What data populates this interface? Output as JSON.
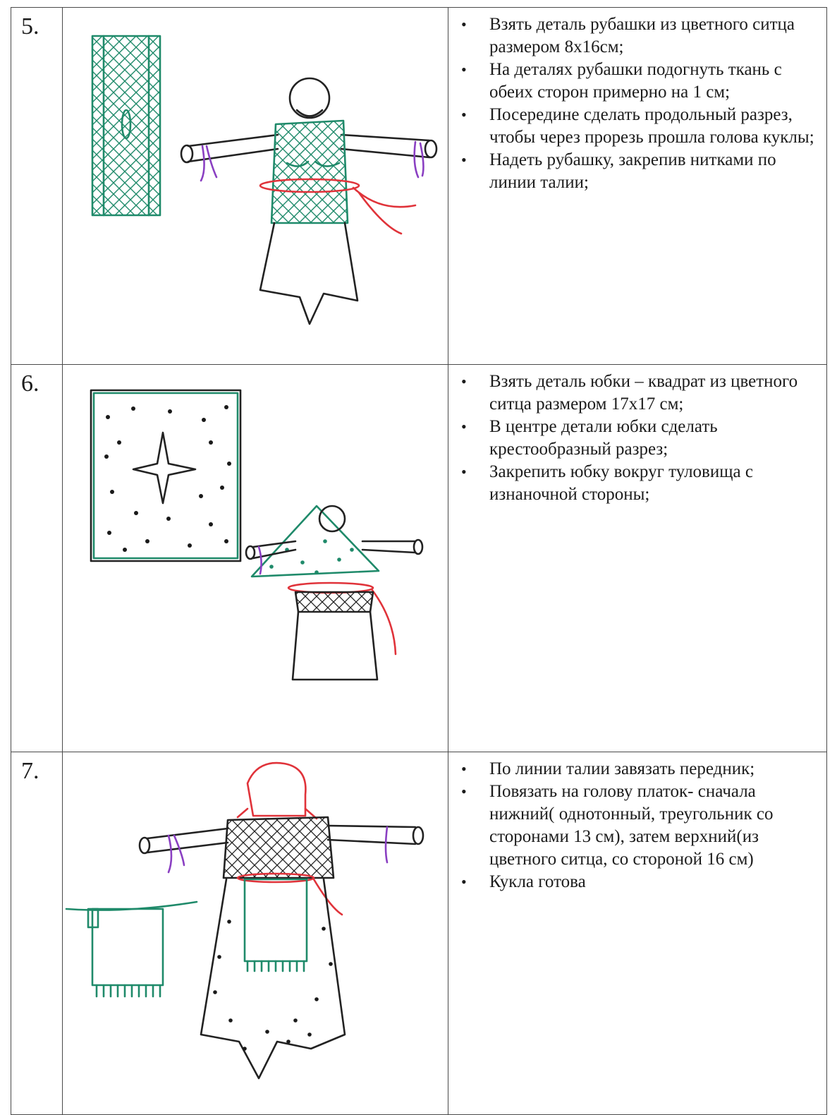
{
  "steps": [
    {
      "number": "5.",
      "illustration": "shirt-illustration",
      "instructions": [
        "Взять деталь рубашки из цветного ситца размером 8х16см;",
        "На деталях рубашки подогнуть ткань с обеих сторон примерно на 1 см;",
        "Посередине сделать продольный разрез, чтобы  через прорезь прошла голова куклы;",
        "Надеть рубашку, закрепив нитками по линии талии;"
      ]
    },
    {
      "number": "6.",
      "illustration": "skirt-illustration",
      "instructions": [
        "Взять деталь юбки – квадрат из цветного ситца размером 17х17 см;",
        "В центре детали юбки сделать крестообразный разрез;",
        "Закрепить юбку вокруг туловища с изнаночной стороны;"
      ]
    },
    {
      "number": "7.",
      "illustration": "apron-illustration",
      "instructions": [
        "По линии талии завязать передник;",
        "Повязать на голову платок- сначала нижний( однотонный, треугольник со сторонами 13 см), затем верхний(из цветного ситца, со стороной 16 см)",
        "Кукла готова"
      ]
    }
  ],
  "colors": {
    "ink": "#222222",
    "fabric_green": "#1f8a6a",
    "thread_red": "#e0333a",
    "thread_purple": "#8a3fc2",
    "grid_lines": "#4a4a4a"
  }
}
